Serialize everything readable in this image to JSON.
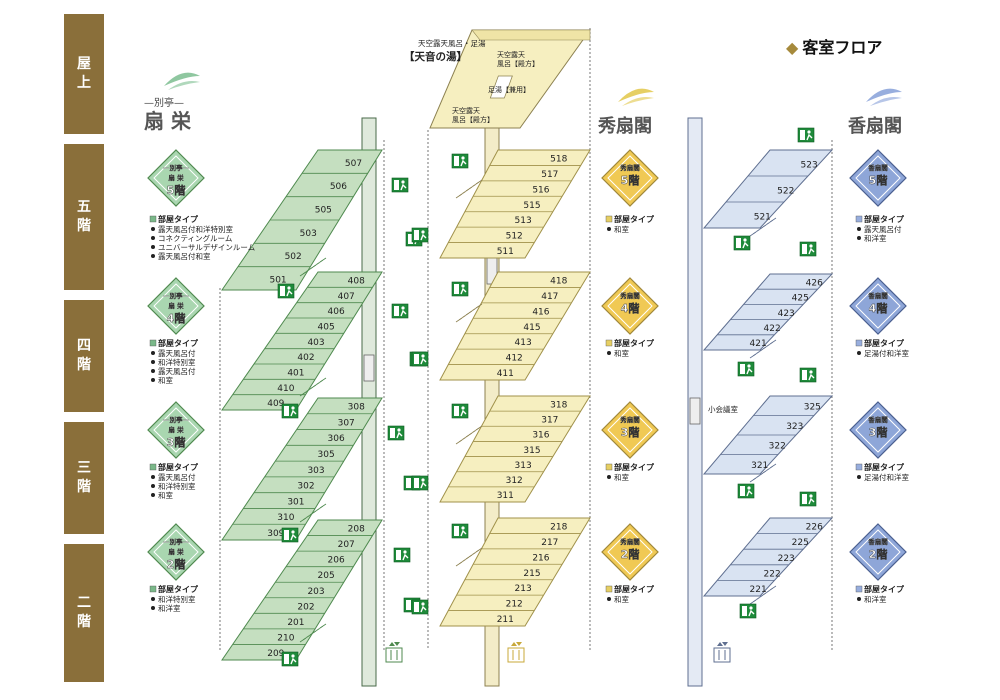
{
  "title": "客室フロア",
  "floors": [
    {
      "id": "R",
      "chars": [
        "屋",
        "上"
      ]
    },
    {
      "id": "5",
      "chars": [
        "五",
        "階"
      ]
    },
    {
      "id": "4",
      "chars": [
        "四",
        "階"
      ]
    },
    {
      "id": "3",
      "chars": [
        "三",
        "階"
      ]
    },
    {
      "id": "2",
      "chars": [
        "二",
        "階"
      ]
    }
  ],
  "wings": {
    "sen": {
      "name": "扇 栄",
      "sub": "—別亭—",
      "color": "#c5dfc0",
      "stroke": "#4f8a4f",
      "icon_color": "#8fc7a0",
      "badge_top": "—別亭—",
      "badge_name": "扇 栄",
      "floors": [
        {
          "level": "5階",
          "rooms": [
            "507",
            "506",
            "505",
            "503",
            "502",
            "501"
          ],
          "type_label": "部屋タイプ",
          "types": [
            "露天風呂付和洋特別室",
            "コネクティングルーム",
            "ユニバーサルデザインルーム",
            "露天風呂付和室"
          ]
        },
        {
          "level": "4階",
          "rooms": [
            "408",
            "407",
            "406",
            "405",
            "403",
            "402",
            "401",
            "410",
            "409"
          ],
          "type_label": "部屋タイプ",
          "types": [
            "露天風呂付",
            "和洋特別室",
            "露天風呂付",
            "和室"
          ]
        },
        {
          "level": "3階",
          "rooms": [
            "308",
            "307",
            "306",
            "305",
            "303",
            "302",
            "301",
            "310",
            "309"
          ],
          "type_label": "部屋タイプ",
          "types": [
            "露天風呂付",
            "和洋特別室",
            "和室"
          ]
        },
        {
          "level": "2階",
          "rooms": [
            "208",
            "207",
            "206",
            "205",
            "203",
            "202",
            "201",
            "210",
            "209"
          ],
          "type_label": "部屋タイプ",
          "types": [
            "和洋特別室",
            "和洋室"
          ]
        }
      ]
    },
    "shu": {
      "name": "秀扇閣",
      "color": "#f6efc0",
      "stroke": "#a0914a",
      "icon_color": "#e6cf63",
      "badge_color": "#f0c954",
      "badge_name": "秀扇閣",
      "floors": [
        {
          "level": "5階",
          "rooms": [
            "518",
            "517",
            "516",
            "515",
            "513",
            "512",
            "511"
          ],
          "type_label": "部屋タイプ",
          "types": [
            "和室"
          ]
        },
        {
          "level": "4階",
          "rooms": [
            "418",
            "417",
            "416",
            "415",
            "413",
            "412",
            "411"
          ],
          "type_label": "部屋タイプ",
          "types": [
            "和室"
          ]
        },
        {
          "level": "3階",
          "rooms": [
            "318",
            "317",
            "316",
            "315",
            "313",
            "312",
            "311"
          ],
          "type_label": "部屋タイプ",
          "types": [
            "和室"
          ]
        },
        {
          "level": "2階",
          "rooms": [
            "218",
            "217",
            "216",
            "215",
            "213",
            "212",
            "211"
          ],
          "type_label": "部屋タイプ",
          "types": [
            "和室"
          ]
        }
      ]
    },
    "ko": {
      "name": "香扇閣",
      "color": "#d9e3f2",
      "stroke": "#5f6f90",
      "icon_color": "#98aede",
      "badge_color": "#8ea6d8",
      "badge_name": "香扇閣",
      "floors": [
        {
          "level": "5階",
          "rooms": [
            "523",
            "522",
            "521"
          ],
          "type_label": "部屋タイプ",
          "types": [
            "露天風呂付",
            "和洋室"
          ]
        },
        {
          "level": "4階",
          "rooms": [
            "426",
            "425",
            "423",
            "422",
            "421"
          ],
          "type_label": "部屋タイプ",
          "types": [
            "足湯付和洋室"
          ]
        },
        {
          "level": "3階",
          "rooms": [
            "325",
            "323",
            "322",
            "321"
          ],
          "type_label": "部屋タイプ",
          "types": [
            "足湯付和洋室"
          ]
        },
        {
          "level": "2階",
          "rooms": [
            "226",
            "225",
            "223",
            "222",
            "221"
          ],
          "type_label": "部屋タイプ",
          "types": [
            "和洋室"
          ]
        }
      ],
      "meeting_room": "小会議室"
    }
  },
  "roof": {
    "caption": "天空露天風呂・足湯",
    "name": "【天音の湯】",
    "bath_a": [
      "天空露天",
      "風呂【殿方】"
    ],
    "bath_b": [
      "天空露天",
      "風呂【殿方】"
    ],
    "footbath": "足湯【兼用】"
  }
}
